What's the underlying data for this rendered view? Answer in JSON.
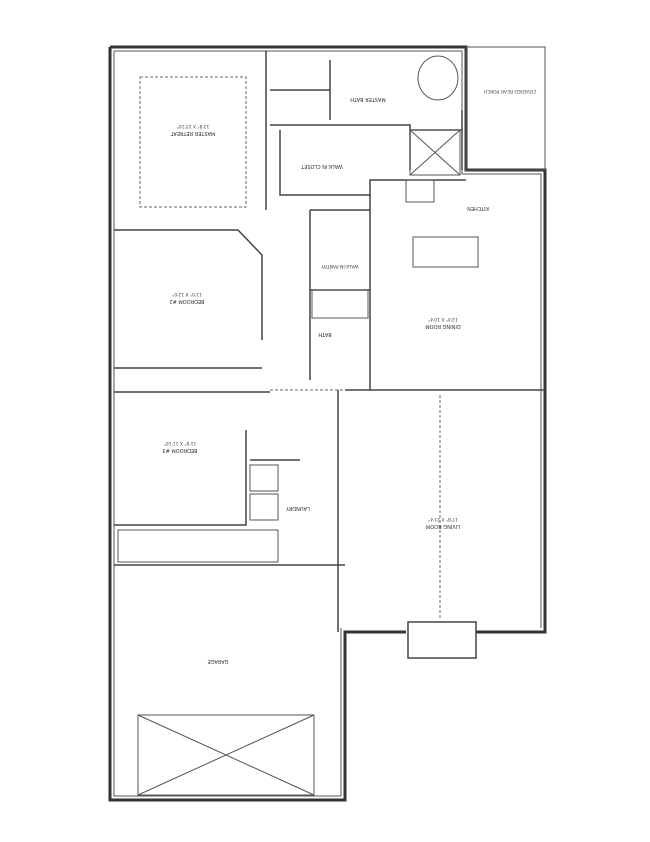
{
  "plan": {
    "orientation": "rotated 180 degrees",
    "rooms": [
      {
        "name": "MASTER RETREAT",
        "size": "13'8\" X 15'10\""
      },
      {
        "name": "MASTER BATH",
        "size": ""
      },
      {
        "name": "WALK-IN CLOSET",
        "size": ""
      },
      {
        "name": "COVERED REAR PORCH",
        "size": ""
      },
      {
        "name": "KITCHEN",
        "size": ""
      },
      {
        "name": "WALK-IN PANTRY",
        "size": ""
      },
      {
        "name": "BEDROOM #2",
        "size": "11'0\" X 12'0\""
      },
      {
        "name": "BATH",
        "size": ""
      },
      {
        "name": "DINING ROOM",
        "size": "13'4\" X 10'4\""
      },
      {
        "name": "BEDROOM #3",
        "size": "11'8\" X 11'10\""
      },
      {
        "name": "LAUNDRY",
        "size": ""
      },
      {
        "name": "LIVING ROOM",
        "size": "17'8\" X 21'4\""
      },
      {
        "name": "GARAGE",
        "size": ""
      }
    ]
  }
}
